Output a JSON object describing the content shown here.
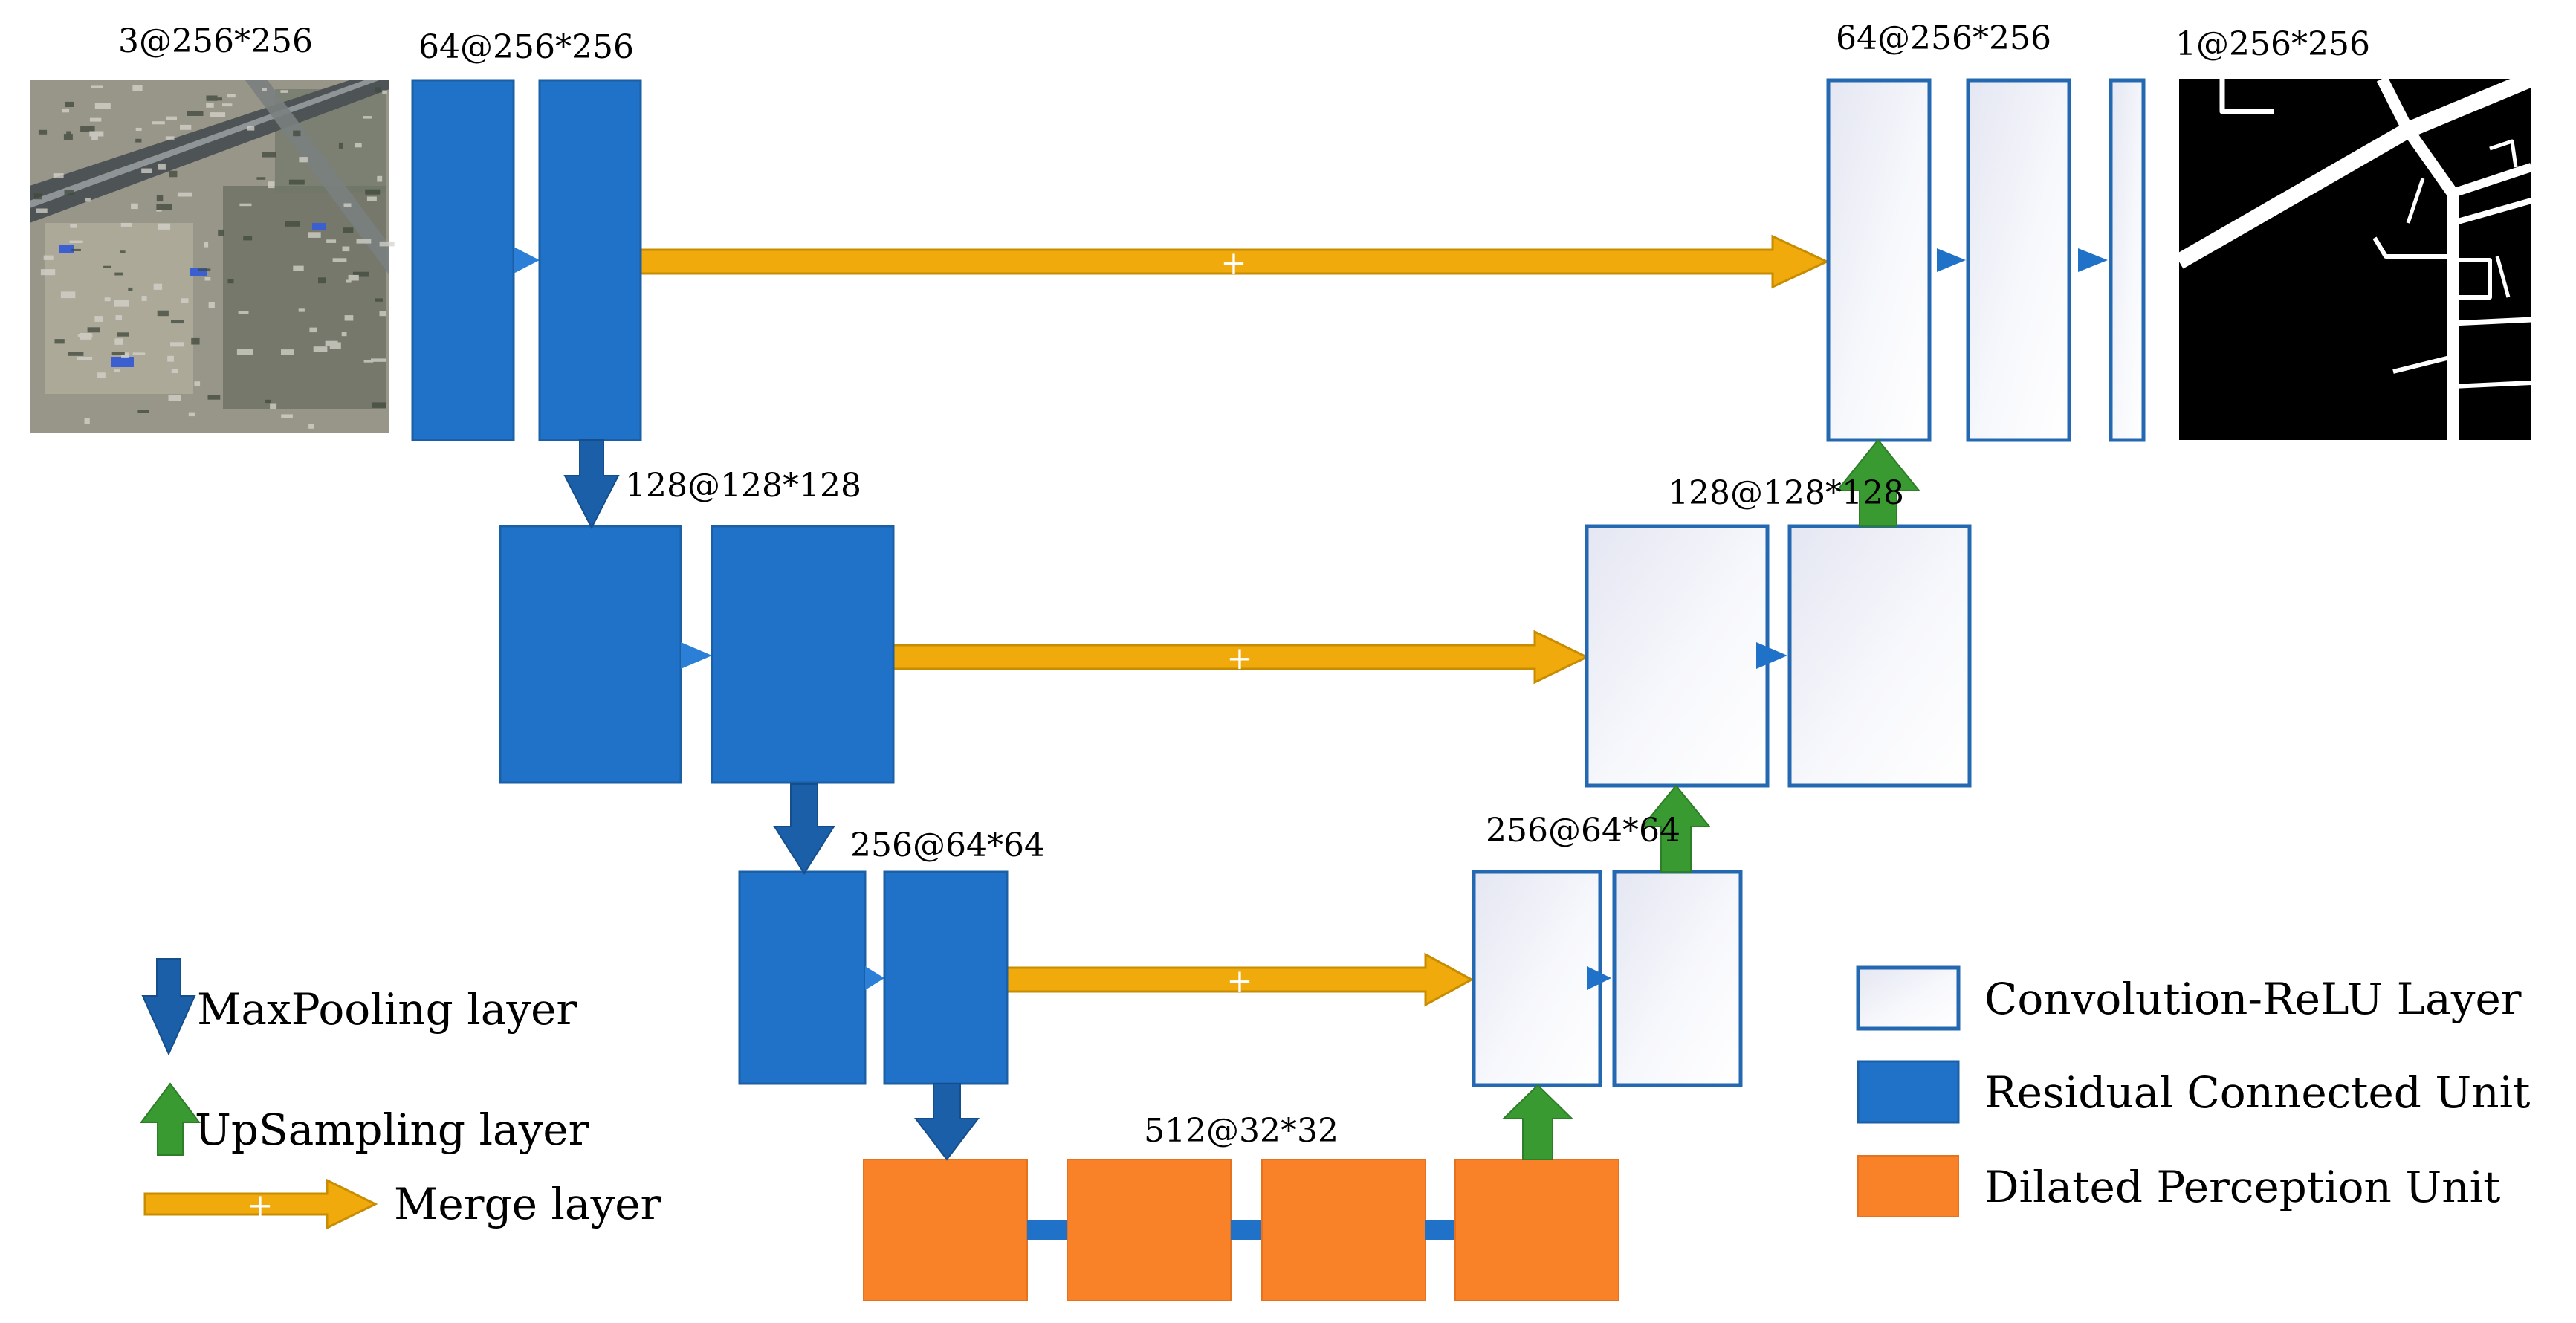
{
  "colors": {
    "residual": "#1f72c8",
    "residual_dark": "#1b5fa6",
    "conv_stroke": "#2468b2",
    "dilated": "#f98128",
    "merge": "#f0aa0c",
    "merge_stroke": "#c88c00",
    "upsample": "#3a9a32",
    "maxpool": "#1a5fa8"
  },
  "dimensions": {
    "input": "3@256*256",
    "enc1": "64@256*256",
    "enc2": "128@128*128",
    "enc3": "256@64*64",
    "bottleneck": "512@32*32",
    "dec3": "256@64*64",
    "dec2": "128@128*128",
    "dec1": "64@256*256",
    "output": "1@256*256"
  },
  "merge_symbol": "+",
  "legend_left": {
    "maxpool": "MaxPooling layer",
    "upsample": "UpSampling layer",
    "merge": "Merge layer"
  },
  "legend_right": {
    "conv": "Convolution-ReLU Layer",
    "residual": "Residual Connected Unit",
    "dilated": "Dilated Perception Unit"
  },
  "icons": {
    "input_image": "satellite-image",
    "output_image": "road-mask-image"
  }
}
